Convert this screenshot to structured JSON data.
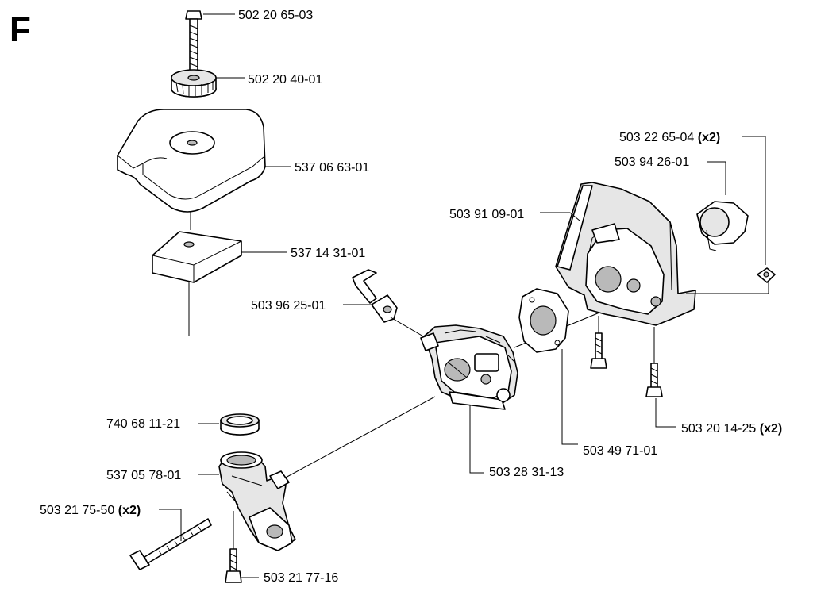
{
  "section_letter": "F",
  "labels": {
    "bolt_top": "502 20 65-03",
    "nut_top": "502 20 40-01",
    "air_cover": "537 06 63-01",
    "filter": "537 14 31-01",
    "spring": "503 96 25-01",
    "seal_ring": "740 68 11-21",
    "intake_elbow": "537 05 78-01",
    "long_screw": "503 21 75-50",
    "long_screw_qty": "(x2)",
    "short_screw": "503 21 77-16",
    "carburetor": "503 28 31-13",
    "gasket": "503 49 71-01",
    "housing": "503 91 09-01",
    "choke_tube": "503 94 26-01",
    "clip": "503 22 65-04",
    "clip_qty": "(x2)",
    "housing_screw": "503 20 14-25",
    "housing_screw_qty": "(x2)"
  },
  "colors": {
    "ink": "#000000",
    "paper": "#ffffff",
    "shade": "#b9b9b9"
  }
}
